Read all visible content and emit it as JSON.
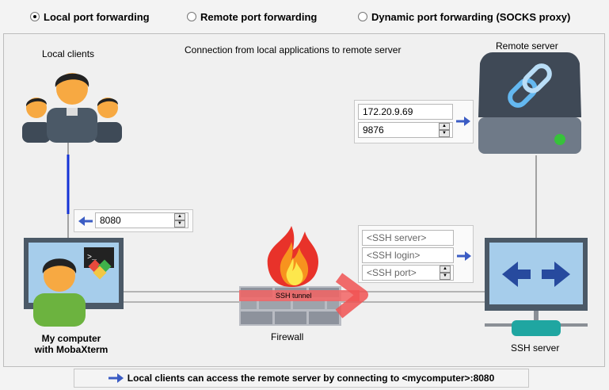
{
  "tabs": [
    {
      "label": "Local port forwarding",
      "selected": true
    },
    {
      "label": "Remote port forwarding",
      "selected": false
    },
    {
      "label": "Dynamic port forwarding (SOCKS proxy)",
      "selected": false
    }
  ],
  "diagram": {
    "title": "Connection from local applications to remote server",
    "local_clients_label": "Local clients",
    "remote_server_label": "Remote server",
    "my_computer_label_line1": "My computer",
    "my_computer_label_line2": "with MobaXterm",
    "firewall_label": "Firewall",
    "ssh_tunnel_label": "SSH tunnel",
    "ssh_server_label": "SSH server"
  },
  "remote": {
    "host_value": "172.20.9.69",
    "port_value": "9876"
  },
  "local": {
    "port_value": "8080"
  },
  "ssh": {
    "server_placeholder": "<SSH server>",
    "login_placeholder": "<SSH login>",
    "port_placeholder": "<SSH port>"
  },
  "footer": {
    "text": "Local clients can access the remote server by connecting to <mycomputer>:8080"
  },
  "colors": {
    "accent_blue": "#3b5cc4",
    "firewall_red": "#e8322a",
    "monitor_blue": "#2f8fc7",
    "server_green": "#37c23a"
  }
}
